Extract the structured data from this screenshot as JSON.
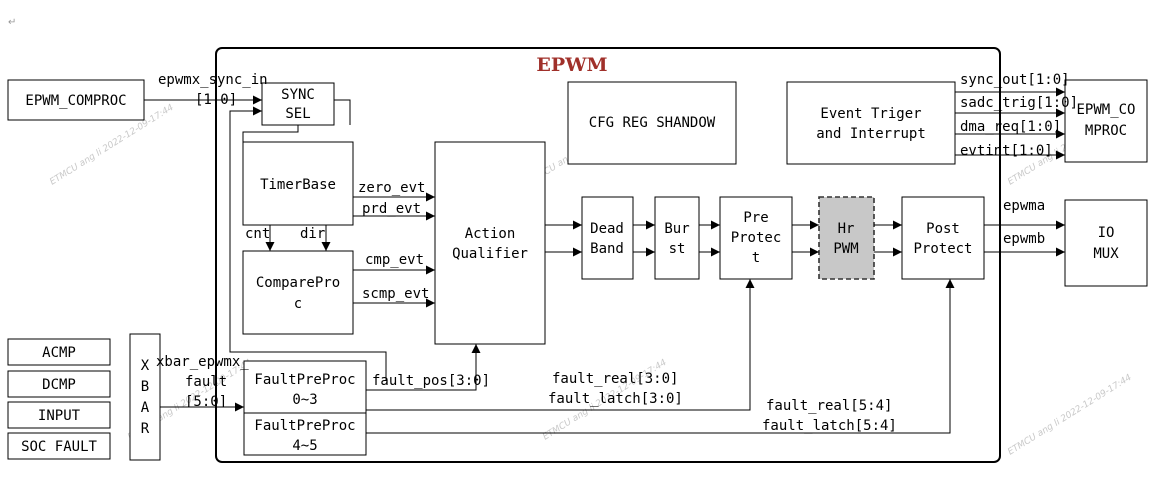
{
  "title": "EPWM",
  "corner_mark": "↵",
  "watermark": "ETMCU  ang li 2022-12-09-17:44",
  "external": {
    "comproc_in": "EPWM_COMPROC",
    "acmp": "ACMP",
    "dcmp": "DCMP",
    "input": "INPUT",
    "soc_fault": "SOC FAULT",
    "xbar": [
      "X",
      "B",
      "A",
      "R"
    ],
    "comproc_out": [
      "EPWM_CO",
      "MPROC"
    ],
    "io_mux": [
      "IO",
      "MUX"
    ]
  },
  "blocks": {
    "sync_sel": [
      "SYNC",
      "SEL"
    ],
    "cfg_reg": "CFG REG SHANDOW",
    "event_trigger": [
      "Event Triger",
      "and Interrupt"
    ],
    "timerbase": "TimerBase",
    "compareproc": [
      "ComparePro",
      "c"
    ],
    "action_qualifier": [
      "Action",
      "Qualifier"
    ],
    "dead_band": [
      "Dead",
      "Band"
    ],
    "burst": [
      "Bur",
      "st"
    ],
    "pre_protect": [
      "Pre",
      "Protec",
      "t"
    ],
    "hr_pwm": [
      "Hr",
      "PWM"
    ],
    "post_protect": [
      "Post",
      "Protect"
    ],
    "faultpre_03": [
      "FaultPreProc",
      "0~3"
    ],
    "faultpre_45": [
      "FaultPreProc",
      "4~5"
    ]
  },
  "signals": {
    "sync_in": [
      "epwmx_sync_in",
      "[1:0]"
    ],
    "zero_evt": "zero_evt",
    "prd_evt": "prd_evt",
    "cnt": "cnt",
    "dir": "dir",
    "cmp_evt": "cmp_evt",
    "scmp_evt": "scmp_evt",
    "xbar_fault": [
      "xbar_epwmx_",
      "fault",
      "[5:0]"
    ],
    "fault_pos": "fault_pos[3:0]",
    "fault_real_30": "fault_real[3:0]",
    "fault_latch_30": "fault_latch[3:0]",
    "fault_real_54": "fault_real[5:4]",
    "fault_latch_54": "fault_latch[5:4]",
    "sync_out": "sync_out[1:0]",
    "sadc_trig": "sadc_trig[1:0]",
    "dma_req": "dma_req[1:0]",
    "evtint": "evtint[1:0]",
    "epwma": "epwma",
    "epwmb": "epwmb"
  }
}
